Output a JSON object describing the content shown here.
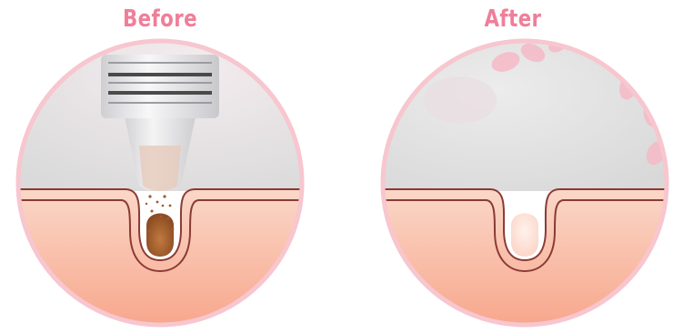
{
  "labels": {
    "before": "Before",
    "after": "After"
  },
  "colors": {
    "label_pink": "#ef7f99",
    "ring_pink": "#f7c6cf",
    "skin_top": "#fbd4c4",
    "skin_bottom": "#f7a98d",
    "skin_line": "#8a3b34",
    "sky": "#dcdcdc",
    "petal": "#f5b9c6",
    "debris": "#9b5a30"
  },
  "icons": {
    "before_device": "microdermabrasion-tip",
    "pore_before": "clogged-pore",
    "pore_after": "clean-pore"
  }
}
